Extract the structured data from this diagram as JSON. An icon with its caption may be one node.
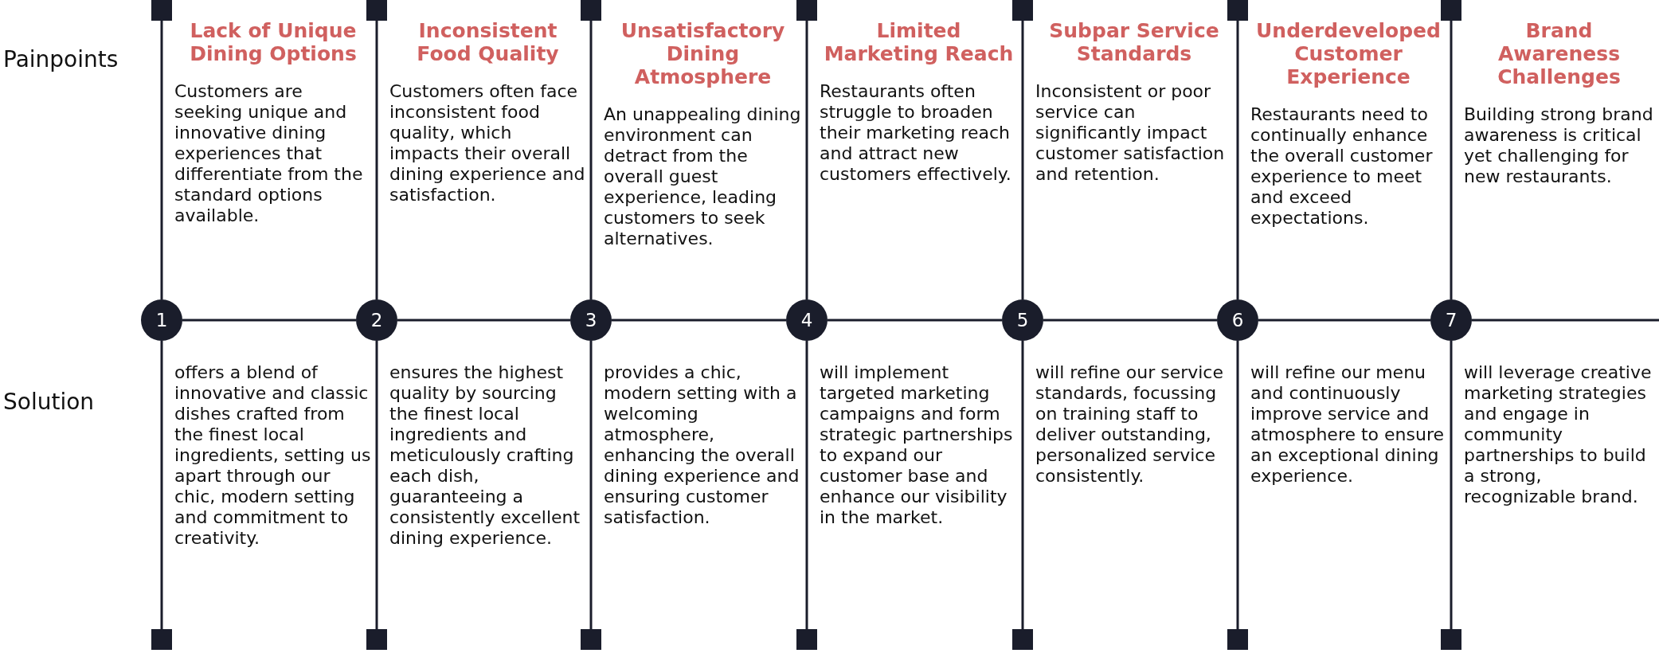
{
  "diagram": {
    "nodes": [
      {
        "text": [
          "1"
        ]
      },
      {
        "text": [
          "2"
        ]
      },
      {
        "text": [
          "3"
        ]
      },
      {
        "text": [
          "4"
        ]
      },
      {
        "text": [
          "5"
        ]
      },
      {
        "text": [
          "6"
        ]
      },
      {
        "text": [
          "7"
        ]
      },
      {
        "text": [],
        "shape": "box"
      },
      {
        "text": [],
        "shape": "box"
      },
      {
        "text": [],
        "shape": "box"
      },
      {
        "text": [],
        "shape": "box"
      },
      {
        "text": [],
        "shape": "box"
      },
      {
        "text": [],
        "shape": "box"
      },
      {
        "text": [],
        "shape": "box"
      },
      {
        "text": [],
        "shape": "box"
      },
      {
        "text": [],
        "shape": "box"
      },
      {
        "text": [],
        "shape": "box"
      },
      {
        "text": [],
        "shape": "box"
      },
      {
        "text": [],
        "shape": "box"
      },
      {
        "text": [],
        "shape": "box"
      },
      {
        "text": [],
        "shape": "box"
      }
    ],
    "edges": [
      {
        "from": 0,
        "to": 1,
        "arrow": "none"
      },
      {
        "from": 1,
        "to": 2,
        "arrow": "none"
      },
      {
        "from": 2,
        "to": 3,
        "arrow": "none"
      },
      {
        "from": 3,
        "to": 4,
        "arrow": "none"
      },
      {
        "from": 4,
        "to": 5,
        "arrow": "none"
      },
      {
        "from": 5,
        "to": 6,
        "arrow": "none"
      },
      {
        "from": 6,
        "to": null,
        "arrow": "none"
      },
      {
        "from": 7,
        "to": 0,
        "arrow": "none"
      },
      {
        "from": 8,
        "to": 1,
        "arrow": "none"
      },
      {
        "from": 9,
        "to": 2,
        "arrow": "none"
      },
      {
        "from": 10,
        "to": 3,
        "arrow": "none"
      },
      {
        "from": 11,
        "to": 4,
        "arrow": "none"
      },
      {
        "from": 12,
        "to": 5,
        "arrow": "none"
      },
      {
        "from": 13,
        "to": 6,
        "arrow": "none"
      },
      {
        "from": 0,
        "to": 14,
        "arrow": "none"
      },
      {
        "from": 1,
        "to": 15,
        "arrow": "none"
      },
      {
        "from": 2,
        "to": 16,
        "arrow": "none"
      },
      {
        "from": 3,
        "to": 17,
        "arrow": "none"
      },
      {
        "from": 4,
        "to": 18,
        "arrow": "none"
      },
      {
        "from": 5,
        "to": 19,
        "arrow": "none"
      },
      {
        "from": 6,
        "to": 20,
        "arrow": "none"
      }
    ],
    "labels": [
      "Painpoints",
      "Lack of Unique Dining Options",
      "Inconsistent Food Quality",
      "Unsatisfactory Dining Atmosphere",
      "Limited Marketing Reach",
      "Subpar Service Standards",
      "Underdeveloped Customer Experience",
      "Brand Awareness Challenges",
      "Customers are seeking unique and innovative dining experiences that differentiate from the standard options available.",
      "Customers often face inconsistent food quality, which impacts their overall dining experience and satisfaction.",
      "An unappealing dining environment can detract from the overall guest experience, leading customers to seek alternatives.",
      "Restaurants often struggle to broaden their marketing reach and attract new customers effectively.",
      "Inconsistent or poor service can significantly impact customer satisfaction and retention.",
      "Restaurants need to continually enhance the overall customer experience to meet and exceed expectations.",
      "Building strong brand awareness is critical yet challenging for new restaurants.",
      "Solution",
      "offers a blend of innovative and classic dishes crafted from the finest local ingredients, setting us apart through our chic, modern setting and commitment to creativity.",
      "ensures the highest quality by sourcing the finest local ingredients and meticulously crafting each dish, guaranteeing a consistently excellent dining experience.",
      "provides a chic, modern setting with a welcoming atmosphere, enhancing the overall dining experience and ensuring customer satisfaction.",
      "will implement targeted marketing campaigns and form strategic partnerships to expand our customer base and enhance our visibility in the market.",
      "will refine our service standards, focussing on training staff to deliver outstanding, personalized service consistently.",
      "will refine our menu and continuously improve service and atmosphere to ensure an exceptional dining experience.",
      "will leverage creative marketing strategies and engage in community partnerships to build a strong, recognizable brand."
    ]
  }
}
